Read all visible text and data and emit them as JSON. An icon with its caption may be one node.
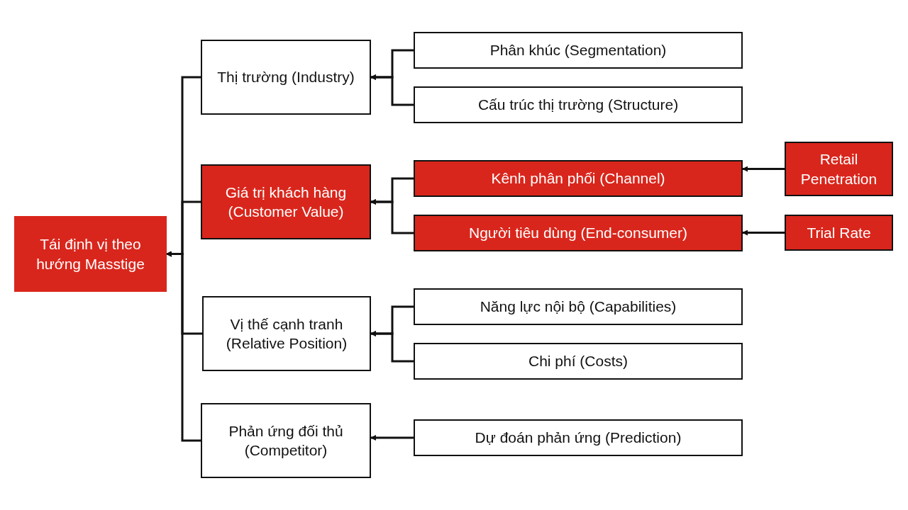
{
  "diagram": {
    "nodes": [
      {
        "text": [
          "Tái định vị theo hướng Masstige"
        ]
      },
      {
        "text": [
          "Thị trường (Industry)"
        ]
      },
      {
        "text": [
          "Phân khúc (Segmentation)"
        ]
      },
      {
        "text": [
          "Cấu trúc thị trường (Structure)"
        ]
      },
      {
        "text": [
          "Giá trị khách hàng (Customer Value)"
        ]
      },
      {
        "text": [
          "Kênh phân phối (Channel)"
        ]
      },
      {
        "text": [
          "Retail Penetration"
        ]
      },
      {
        "text": [
          "Người tiêu dùng (End-consumer)"
        ]
      },
      {
        "text": [
          "Trial Rate"
        ]
      },
      {
        "text": [
          "Vị thế cạnh tranh (Relative Position)"
        ]
      },
      {
        "text": [
          "Năng lực nội bộ (Capabilities)"
        ]
      },
      {
        "text": [
          "Chi phí (Costs)"
        ]
      },
      {
        "text": [
          "Phản ứng đối thủ (Competitor)"
        ]
      },
      {
        "text": [
          "Dự đoán phản ứng (Prediction)"
        ]
      }
    ],
    "edges": [
      {
        "from": 1,
        "to": 0,
        "arrow": "to"
      },
      {
        "from": 4,
        "to": 0,
        "arrow": "to"
      },
      {
        "from": 9,
        "to": 0,
        "arrow": "to"
      },
      {
        "from": 12,
        "to": 0,
        "arrow": "to"
      },
      {
        "from": 2,
        "to": 1,
        "arrow": "to"
      },
      {
        "from": 3,
        "to": 1,
        "arrow": "to"
      },
      {
        "from": 5,
        "to": 4,
        "arrow": "to"
      },
      {
        "from": 7,
        "to": 4,
        "arrow": "to"
      },
      {
        "from": 6,
        "to": 5,
        "arrow": "to"
      },
      {
        "from": 8,
        "to": 7,
        "arrow": "to"
      },
      {
        "from": 10,
        "to": 9,
        "arrow": "to"
      },
      {
        "from": 11,
        "to": 9,
        "arrow": "to"
      },
      {
        "from": 13,
        "to": 12,
        "arrow": "to"
      }
    ]
  }
}
